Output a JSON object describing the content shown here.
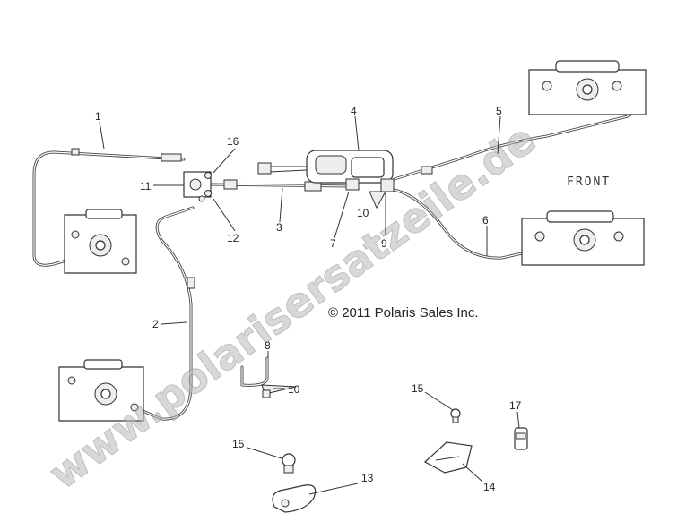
{
  "copyright": "© 2011 Polaris Sales Inc.",
  "front_label": "FRONT",
  "watermark": "www.polarisersatzeile.de",
  "callouts": [
    "1",
    "2",
    "3",
    "4",
    "5",
    "6",
    "7",
    "8",
    "9",
    "10",
    "10",
    "11",
    "12",
    "13",
    "14",
    "15",
    "15",
    "16",
    "17"
  ]
}
